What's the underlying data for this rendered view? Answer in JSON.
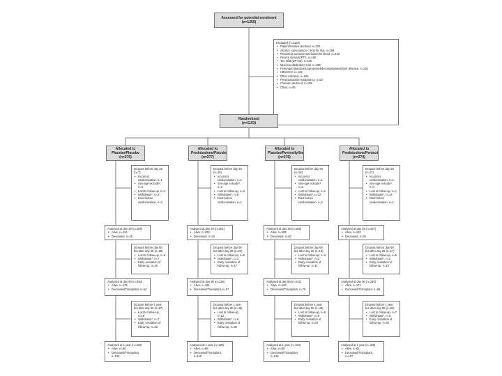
{
  "assessed": {
    "title": "Assessed for potential enrolment",
    "n": "(n=1250)"
  },
  "excluded": {
    "title": "Excluded (n=1132)",
    "items": [
      "Patient/relative declined, n=325",
      "Alcohol consumption < limit for trial, n=168",
      "Persistent ascites/renal failure/GI bleed, n=163",
      "Recent steroids/PTX, n=160",
      "Too mild (DF<32), n=135",
      "Misc/enrolled(other) trial, n=188",
      "Prolonged jaundice/unprotected/decompensated liver disease, n=150",
      "HBV/HCV, n=129",
      "Other infection, n=100",
      "Previous/active malignancy, n=52",
      "Clinician declined, n=198",
      "Other, n=45"
    ]
  },
  "randomised": {
    "title": "Randomised",
    "n": "(n=1103)"
  },
  "arms": [
    {
      "title": "Allocated to Placebo/Placebo",
      "n": "(n=276)",
      "d28_drop": {
        "title": "Dropout before day 28 (n=7)",
        "items": [
          "Incorrect randomisation, n=1",
          "Sex-age exlcude*, n=3",
          "Lost to follow-up, n=1",
          "Withdrawn*, n=2",
          "Died before randomisation, n=0"
        ]
      },
      "d28": {
        "title": "Analysed at day 28 (n=269)",
        "items": [
          "Alive, n=224",
          "Deceased, n=45"
        ]
      },
      "d90_drop": {
        "title": "Dropout before day 90 but after day 28 (n=29)",
        "items": [
          "Lost to follow-up, n=6",
          "Withdrawn*, n=7",
          "Early cessation of follow-up, n=16"
        ]
      },
      "d90": {
        "title": "Analysed at day 90 (n=240)",
        "items": [
          "Alive, n=178",
          "Deceased/Transplant, n=62"
        ]
      },
      "y1_drop": {
        "title": "Dropout before 1 year but after day 90 (n=57)",
        "items": [
          "Lost to follow-up, n=18",
          "Withdrawn*, n=7",
          "Early cessation of follow-up, n=32"
        ]
      },
      "y1": {
        "title": "Analysed at 1 year (n=183)",
        "items": [
          "Alive, n=58",
          "Deceased/Transplant, n=125"
        ]
      }
    },
    {
      "title": "Allocated to Prednisolone/Placebo",
      "n": "(n=277)",
      "d28_drop": {
        "title": "Dropout before day 28 (n=16)",
        "items": [
          "Incorrect randomisation, n=1",
          "Sex-age exlcude*, n=3",
          "Lost to follow-up, n=3",
          "Withdrawn*, n=8",
          "Died before randomisation, n=1"
        ]
      },
      "d28": {
        "title": "Analysed at day 28 (n=261)",
        "items": [
          "Alive, n=228",
          "Deceased, n=33"
        ]
      },
      "d90_drop": {
        "title": "Dropout before day 90 but after day 28 (n=23)",
        "items": [
          "Lost to follow-up, n=5",
          "Withdrawn*, n=1",
          "Early cessation of follow-up, n=17"
        ]
      },
      "d90": {
        "title": "Analysed at day 90 (n=238)",
        "items": [
          "Alive, n=181",
          "Deceased/Transplant, n=57"
        ]
      },
      "y1_drop": {
        "title": "Dropout before 1 year but after day 90 (n=48)",
        "items": [
          "Lost to follow-up, n=12",
          "Withdrawn*, n=6",
          "Early cessation of follow-up, n=30"
        ]
      },
      "y1": {
        "title": "Analysed at 1 year (n=190)",
        "items": [
          "Alive, n=80",
          "Deceased/Transplant, n=110"
        ]
      }
    },
    {
      "title": "Allocated to Placebo/Pentoxifylline",
      "n": "(n=276)",
      "d28_drop": {
        "title": "Dropout before day 28 (n=18)",
        "items": [
          "Incorrect randomisation, n=1",
          "Sex-age exlcude*, n=2",
          "Lost to follow-up, n=1",
          "Withdrawn*, n=12",
          "Died before randomisation, n=2"
        ]
      },
      "d28": {
        "title": "Analysed at day 28 (n=258)",
        "items": [
          "Alive, n=208",
          "Deceased, n=50"
        ]
      },
      "d90_drop": {
        "title": "Dropout before day 90 but after day 28 (n=16)",
        "items": [
          "Lost to follow-up, n=3",
          "Withdrawn*, n=2",
          "Early cessation of follow-up, n=11"
        ]
      },
      "d90": {
        "title": "Analysed at day 90 (n=242)",
        "items": [
          "Alive, n=163",
          "Deceased/Transplant, n=79"
        ]
      },
      "y1_drop": {
        "title": "Dropout before 1 year but after day 90 (n=48)",
        "items": [
          "Lost to follow-up, n=5",
          "Withdrawn*, n=9",
          "Early cessation of follow-up, n=34"
        ]
      },
      "y1": {
        "title": "Analysed at 1 year (n=194)",
        "items": [
          "Alive, n=69",
          "Deceased/Transplant, n=125"
        ]
      }
    },
    {
      "title": "Allocated to Prednisolone/Pentoxifylline",
      "n": "(n=274)",
      "d28_drop": {
        "title": "Dropout before day 28 (n=17)",
        "items": [
          "Incorrect randomisation, n=1",
          "Sex-age exlcude*, n=0",
          "Lost to follow-up, n=1",
          "Withdrawn*, n=14",
          "Died before randomisation, n=1"
        ]
      },
      "d28": {
        "title": "Analysed at day 28 (n=257)",
        "items": [
          "Alive, n=222",
          "Deceased, n=35"
        ]
      },
      "d90_drop": {
        "title": "Dropout before day 90 but after day 28 (n=17)",
        "items": [
          "Lost to follow-up, n=5",
          "Withdrawn*, n=2",
          "Early cessation of follow-up, n=10"
        ]
      },
      "d90": {
        "title": "Analysed at day 90 (n=240)",
        "items": [
          "Alive, n=171",
          "Deceased/Transplant, n=69"
        ]
      },
      "y1_drop": {
        "title": "Dropout before 1 year but after day 90 (n=52)",
        "items": [
          "Lost to follow-up, n=7",
          "Withdrawn*, n=5",
          "Early cessation of follow-up, n=40"
        ]
      },
      "y1": {
        "title": "Analysed at 1 year (n=188)",
        "items": [
          "Alive, n=81",
          "Deceased/Transplant, n=107"
        ]
      }
    }
  ]
}
